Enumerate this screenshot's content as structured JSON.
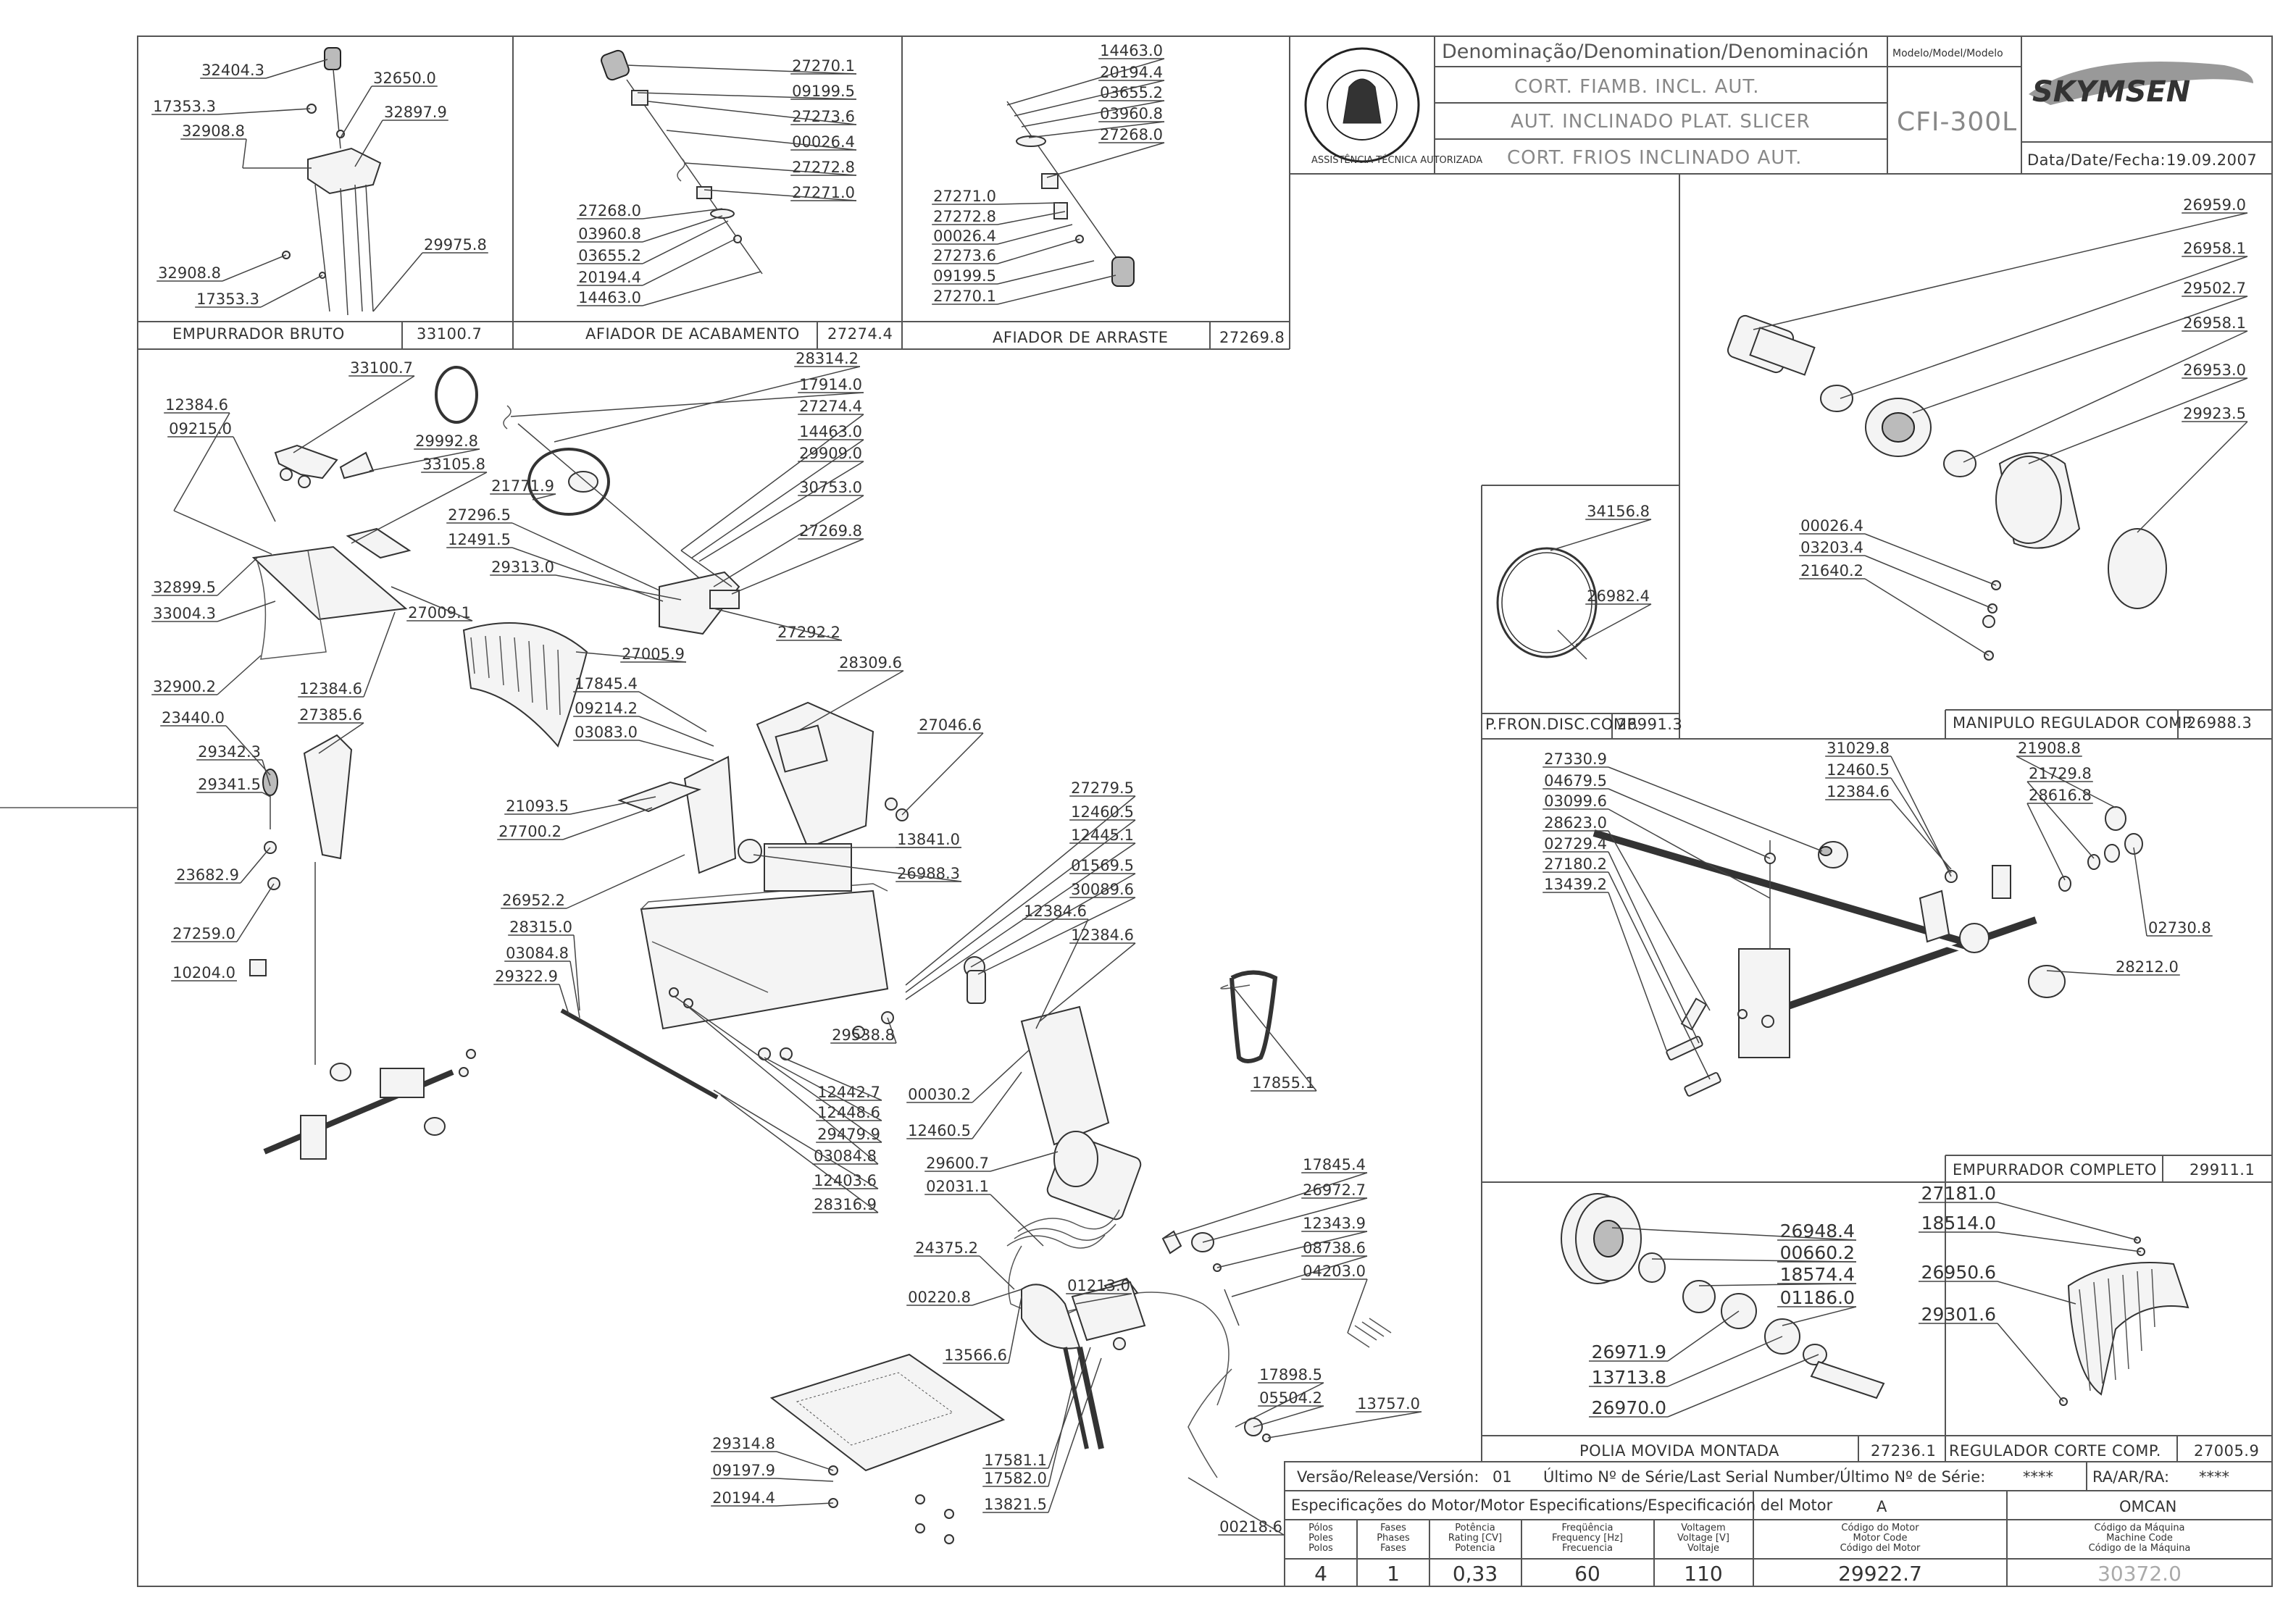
{
  "title_block": {
    "denomination_header": "Denominação/Denomination/Denominación",
    "model_header": "Modelo/Model/Modelo",
    "descriptions": [
      "CORT. FIAMB. INCL. AUT.",
      "AUT. INCLINADO PLAT. SLICER",
      "CORT. FRIOS INCLINADO AUT."
    ],
    "model": "CFI-300L",
    "brand": "SKYMSEN",
    "seal_text": "ASSISTÊNCIA TÉCNICA AUTORIZADA",
    "date_label": "Data/Date/Fecha:",
    "date_value": "19.09.2007"
  },
  "release_row": {
    "version_label": "Versão/Release/Versión:",
    "version_value": "01",
    "serial_label": "Último Nº de Série/Last Serial Number/Último Nº de Série:",
    "serial_value": "****",
    "ra_label": "RA/AR/RA:",
    "ra_value": "****"
  },
  "motor_spec": {
    "header": "Especificações do Motor/Motor Especifications/Especificación del Motor",
    "col_a": "A",
    "col_omcan": "OMCAN",
    "columns": [
      {
        "l1": "Pólos",
        "l2": "Poles",
        "l3": "Polos",
        "value": "4"
      },
      {
        "l1": "Fases",
        "l2": "Phases",
        "l3": "Fases",
        "value": "1"
      },
      {
        "l1": "Potência",
        "l2": "Rating [CV]",
        "l3": "Potencia",
        "value": "0,33"
      },
      {
        "l1": "Freqüência",
        "l2": "Frequency [Hz]",
        "l3": "Frecuencia",
        "value": "60"
      },
      {
        "l1": "Voltagem",
        "l2": "Voltage [V]",
        "l3": "Voltaje",
        "value": "110"
      },
      {
        "l1": "Código do Motor",
        "l2": "Motor Code",
        "l3": "Código del Motor",
        "value": "29922.7"
      },
      {
        "l1": "Código da Máquina",
        "l2": "Machine Code",
        "l3": "Código de la Máquina",
        "value": "30372.0"
      }
    ]
  },
  "assemblies": {
    "empurrador_bruto": {
      "name": "EMPURRADOR BRUTO",
      "code": "33100.7",
      "parts": [
        "32404.3",
        "32650.0",
        "17353.3",
        "32897.9",
        "32908.8",
        "32908.8",
        "17353.3",
        "29975.8"
      ]
    },
    "afiador_acabamento": {
      "name": "AFIADOR DE ACABAMENTO",
      "code": "27274.4",
      "parts": [
        "27270.1",
        "09199.5",
        "27273.6",
        "00026.4",
        "27272.8",
        "27271.0",
        "27268.0",
        "03960.8",
        "03655.2",
        "20194.4",
        "14463.0"
      ]
    },
    "afiador_arraste": {
      "name": "AFIADOR DE ARRASTE",
      "code": "27269.8",
      "parts": [
        "14463.0",
        "20194.4",
        "03655.2",
        "03960.8",
        "27268.0",
        "27271.0",
        "27272.8",
        "00026.4",
        "27273.6",
        "09199.5",
        "27270.1"
      ]
    },
    "manipulo": {
      "name": "MANIPULO REGULADOR COMP.",
      "code": "26988.3",
      "parts": [
        "26959.0",
        "26958.1",
        "29502.7",
        "26958.1",
        "26953.0",
        "29923.5",
        "00026.4",
        "03203.4",
        "21640.2"
      ]
    },
    "pfron": {
      "name": "P.FRON.DISC.COMP.",
      "code": "26991.3",
      "parts": [
        "34156.8",
        "26982.4"
      ]
    },
    "empurrador_completo": {
      "name": "EMPURRADOR COMPLETO",
      "code": "29911.1",
      "parts": [
        "27330.9",
        "04679.5",
        "03099.6",
        "28623.0",
        "02729.4",
        "27180.2",
        "13439.2",
        "31029.8",
        "12460.5",
        "12384.6",
        "21908.8",
        "21729.8",
        "28616.8",
        "02730.8",
        "28212.0"
      ]
    },
    "polia": {
      "name": "POLIA MOVIDA MONTADA",
      "code": "27236.1",
      "parts": [
        "26948.4",
        "00660.2",
        "18574.4",
        "01186.0",
        "26971.9",
        "13713.8",
        "26970.0"
      ]
    },
    "regulador": {
      "name": "REGULADOR CORTE COMP.",
      "code": "27005.9",
      "parts": [
        "27181.0",
        "18514.0",
        "26950.6",
        "29301.6"
      ]
    }
  },
  "main_labels": {
    "left_column": [
      "33100.7",
      "12384.6",
      "09215.0",
      "29992.8",
      "33105.8",
      "32899.5",
      "33004.3",
      "27009.1",
      "32900.2",
      "12384.6",
      "23440.0",
      "27385.6",
      "29342.3",
      "29341.5",
      "23682.9",
      "27259.0",
      "10204.0"
    ],
    "center": [
      "28314.2",
      "17914.0",
      "27274.4",
      "14463.0",
      "29909.0",
      "30753.0",
      "21771.9",
      "27296.5",
      "12491.5",
      "29313.0",
      "27269.8",
      "27292.2",
      "27005.9",
      "28309.6",
      "17845.4",
      "09214.2",
      "03083.0",
      "27046.6",
      "21093.5",
      "27700.2",
      "13841.0",
      "26988.3",
      "26952.2",
      "27279.5",
      "12460.5",
      "12445.1",
      "01569.5",
      "30089.6",
      "12384.6",
      "12384.6",
      "28315.0",
      "03084.8",
      "29322.9",
      "29538.8",
      "12442.7",
      "12448.6",
      "29479.9",
      "03084.8",
      "12403.6",
      "28316.9",
      "00030.2",
      "12460.5",
      "29600.7",
      "02031.1",
      "17855.1",
      "17845.4",
      "26972.7",
      "12343.9",
      "08738.6",
      "04203.0",
      "24375.2",
      "01213.0",
      "00220.8",
      "13566.6",
      "17898.5",
      "05504.2",
      "13757.0",
      "29314.8",
      "09197.9",
      "20194.4",
      "17581.1",
      "17582.0",
      "13821.5",
      "00218.6"
    ]
  }
}
